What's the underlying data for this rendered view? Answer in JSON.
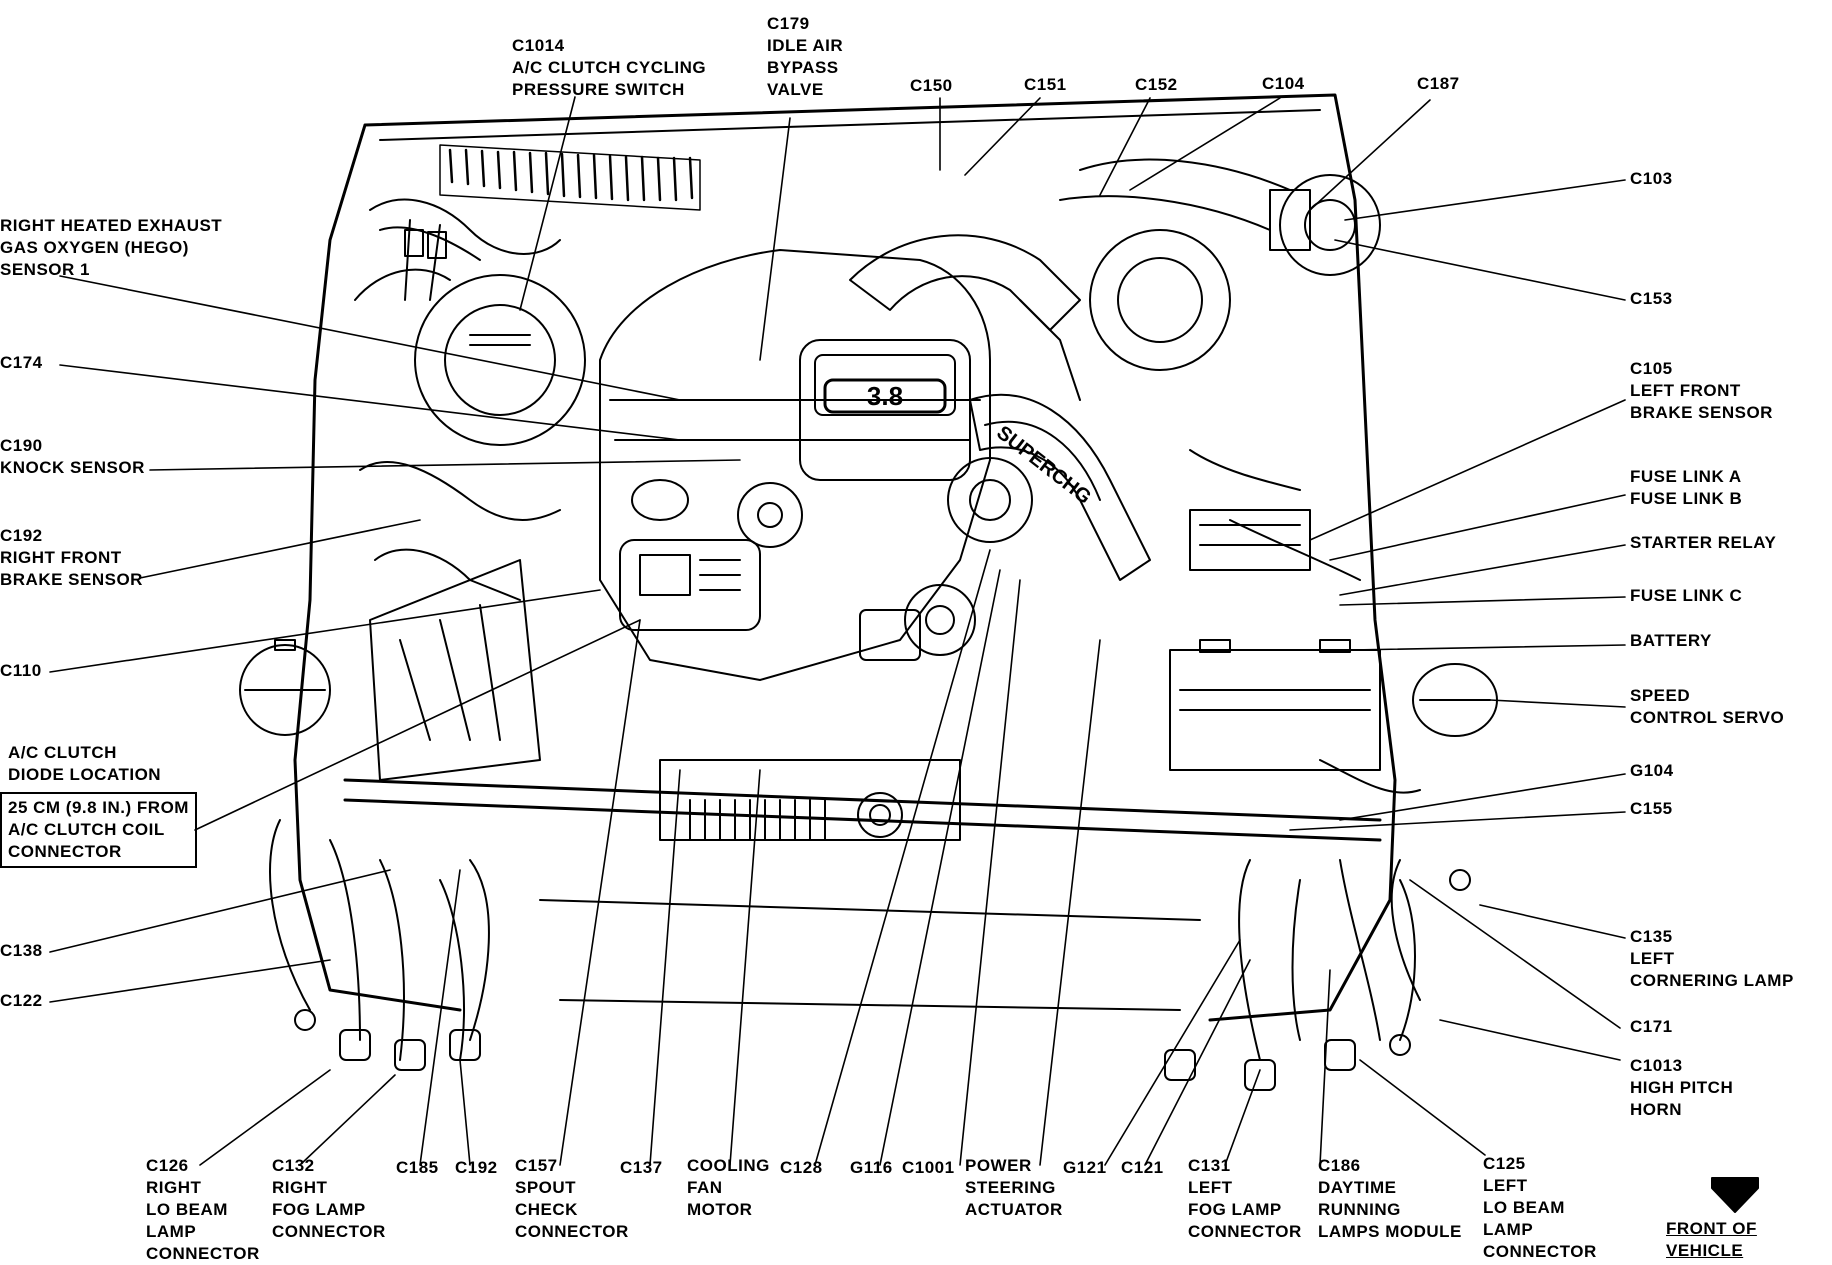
{
  "labels": {
    "c1014": "C1014\nA/C CLUTCH CYCLING\nPRESSURE SWITCH",
    "c179": "C179\nIDLE AIR\nBYPASS\nVALVE",
    "c150": "C150",
    "c151": "C151",
    "c152": "C152",
    "c104": "C104",
    "c187": "C187",
    "c103": "C103",
    "c153": "C153",
    "hego": "RIGHT HEATED EXHAUST\nGAS OXYGEN (HEGO)\nSENSOR 1",
    "c174": "C174",
    "c190": "C190\nKNOCK SENSOR",
    "c192_right_front": "C192\nRIGHT FRONT\nBRAKE SENSOR",
    "c110": "C110",
    "ac_clutch_diode": "A/C CLUTCH\nDIODE LOCATION",
    "ac_clutch_note": "25 CM (9.8 IN.) FROM\nA/C CLUTCH COIL\nCONNECTOR",
    "c138": "C138",
    "c122": "C122",
    "c105": "C105\nLEFT FRONT\nBRAKE SENSOR",
    "fuse_link_ab": "FUSE LINK A\nFUSE LINK B",
    "starter_relay": "STARTER RELAY",
    "fuse_link_c": "FUSE LINK C",
    "battery": "BATTERY",
    "speed_servo": "SPEED\nCONTROL SERVO",
    "g104": "G104",
    "c155": "C155",
    "c135": "C135\nLEFT\nCORNERING LAMP",
    "c171": "C171",
    "c1013": "C1013\nHIGH PITCH\nHORN",
    "c126": "C126\nRIGHT\nLO BEAM\nLAMP\nCONNECTOR",
    "c132": "C132\nRIGHT\nFOG LAMP\nCONNECTOR",
    "c185": "C185",
    "c192_bottom": "C192",
    "c157": "C157\nSPOUT\nCHECK\nCONNECTOR",
    "c137": "C137",
    "cooling_fan": "COOLING\nFAN\nMOTOR",
    "c128": "C128",
    "g116": "G116",
    "c1001": "C1001",
    "power_steering": "POWER\nSTEERING\nACTUATOR",
    "g121": "G121",
    "c121": "C121",
    "c131": "C131\nLEFT\nFOG LAMP\nCONNECTOR",
    "c186": "C186\nDAYTIME\nRUNNING\nLAMPS MODULE",
    "c125": "C125\nLEFT\nLO BEAM\nLAMP\nCONNECTOR",
    "front_of_vehicle": "FRONT OF VEHICLE",
    "engine_badge": "3.8",
    "intake_badge": "SUPERCHG"
  }
}
